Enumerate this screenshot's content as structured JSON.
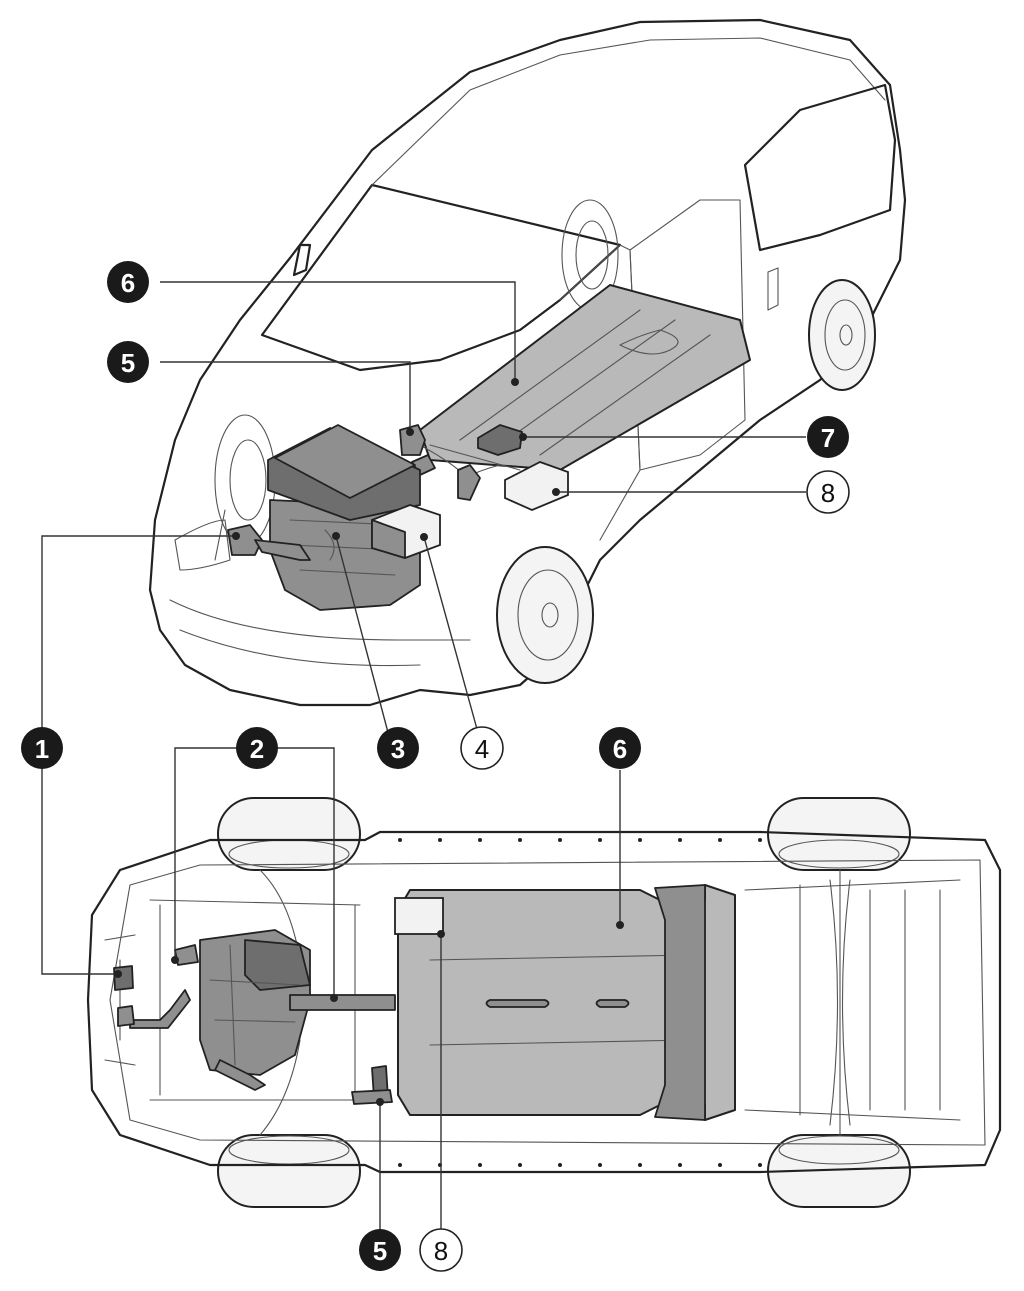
{
  "colors": {
    "component_fill": "#8f8f8f",
    "battery_fill": "#b9b9b9",
    "filled_callout": "#1a1a1a",
    "outline_callout": "#ffffff",
    "linework": "#222222"
  },
  "callouts": [
    {
      "id": "c6_top",
      "label": "6",
      "style": "filled"
    },
    {
      "id": "c5_top",
      "label": "5",
      "style": "filled"
    },
    {
      "id": "c7_top",
      "label": "7",
      "style": "filled"
    },
    {
      "id": "c8_top",
      "label": "8",
      "style": "outline"
    },
    {
      "id": "c1",
      "label": "1",
      "style": "filled"
    },
    {
      "id": "c2",
      "label": "2",
      "style": "filled"
    },
    {
      "id": "c3",
      "label": "3",
      "style": "filled"
    },
    {
      "id": "c4",
      "label": "4",
      "style": "outline"
    },
    {
      "id": "c6_bottom",
      "label": "6",
      "style": "filled"
    },
    {
      "id": "c5_bottom",
      "label": "5",
      "style": "filled"
    },
    {
      "id": "c8_bottom",
      "label": "8",
      "style": "outline"
    }
  ]
}
